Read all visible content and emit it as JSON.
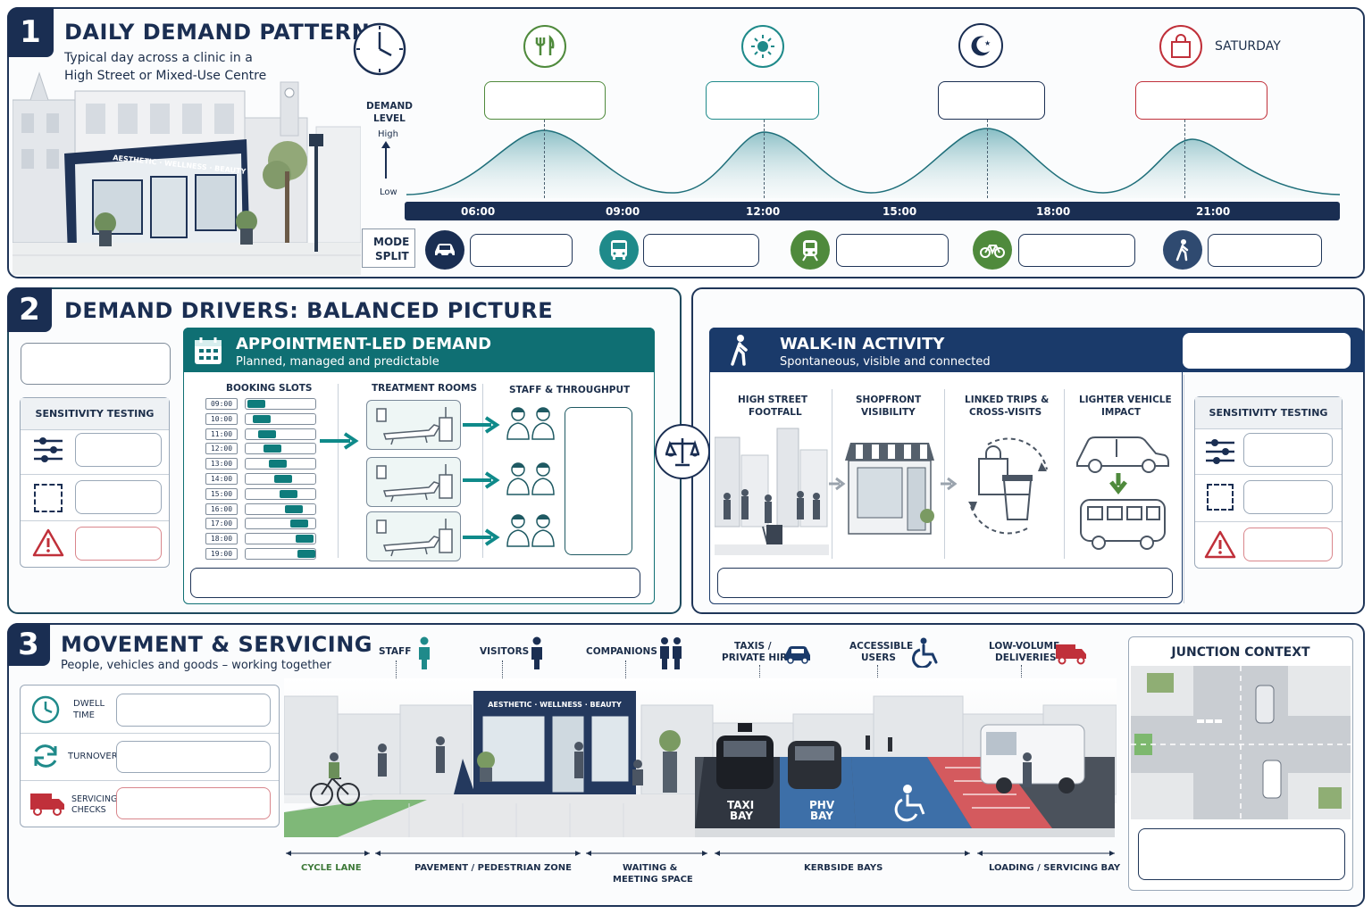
{
  "section1": {
    "number": "1",
    "title": "DAILY DEMAND PATTERN",
    "subtitle_line1": "Typical day across a clinic in a",
    "subtitle_line2": "High Street or Mixed-Use Centre",
    "shop_sign": "AESTHETIC · WELLNESS · BEAUTY",
    "demand_level_line1": "DEMAND",
    "demand_level_line2": "LEVEL",
    "high": "High",
    "low": "Low",
    "saturday": "SATURDAY",
    "times": [
      "06:00",
      "09:00",
      "12:00",
      "15:00",
      "18:00",
      "21:00"
    ],
    "mode_split_line1": "MODE",
    "mode_split_line2": "SPLIT",
    "peak_icons": [
      "fork-knife-icon",
      "sun-icon",
      "moon-icon",
      "shopping-bag-icon"
    ],
    "peak_colors": [
      "#4f8a3c",
      "#1f8a8a",
      "#1a2e52",
      "#c0303a"
    ],
    "mode_icons": [
      "car-icon",
      "bus-icon",
      "train-icon",
      "bicycle-icon",
      "pedestrian-icon"
    ],
    "mode_colors": [
      "#1a2e52",
      "#1f8a8a",
      "#4f8a3c",
      "#4f8a3c",
      "#2f4a70"
    ]
  },
  "section2": {
    "number": "2",
    "title": "DEMAND DRIVERS: BALANCED PICTURE",
    "sensitivity": "SENSITIVITY TESTING",
    "appointment": {
      "title": "APPOINTMENT-LED DEMAND",
      "subtitle": "Planned, managed and predictable",
      "col_booking": "BOOKING SLOTS",
      "col_rooms": "TREATMENT ROOMS",
      "col_staff": "STAFF & THROUGHPUT",
      "slots": [
        "09:00",
        "10:00",
        "11:00",
        "12:00",
        "13:00",
        "14:00",
        "15:00",
        "16:00",
        "17:00",
        "18:00",
        "19:00"
      ]
    },
    "walkin": {
      "title": "WALK-IN ACTIVITY",
      "subtitle": "Spontaneous, visible and connected",
      "col1_line1": "HIGH STREET",
      "col1_line2": "FOOTFALL",
      "col2_line1": "SHOPFRONT",
      "col2_line2": "VISIBILITY",
      "col3_line1": "LINKED TRIPS &",
      "col3_line2": "CROSS-VISITS",
      "col4_line1": "LIGHTER VEHICLE",
      "col4_line2": "IMPACT"
    },
    "accent_teal": "#0f6f73",
    "accent_navy": "#1a3a6a"
  },
  "section3": {
    "number": "3",
    "title": "MOVEMENT & SERVICING",
    "subtitle": "People, vehicles and goods – working together",
    "dwell_line1": "DWELL",
    "dwell_line2": "TIME",
    "turnover": "TURNOVER",
    "servicing_line1": "SERVICING",
    "servicing_line2": "CHECKS",
    "users": {
      "staff": "STAFF",
      "visitors": "VISITORS",
      "companions": "COMPANIONS",
      "taxi_line1": "TAXIS /",
      "taxi_line2": "PRIVATE HIRE",
      "accessible_line1": "ACCESSIBLE",
      "accessible_line2": "USERS",
      "deliveries_line1": "LOW-VOLUME",
      "deliveries_line2": "DELIVERIES"
    },
    "shop_sign": "AESTHETIC · WELLNESS · BEAUTY",
    "bay_taxi_line1": "TAXI",
    "bay_taxi_line2": "BAY",
    "bay_phv_line1": "PHV",
    "bay_phv_line2": "BAY",
    "zones": {
      "cycle": "CYCLE LANE",
      "pavement": "PAVEMENT  / PEDESTRIAN ZONE",
      "waiting_line1": "WAITING &",
      "waiting_line2": "MEETING SPACE",
      "kerbside": "KERBSIDE BAYS",
      "loading": "LOADING / SERVICING BAY"
    },
    "junction": "JUNCTION CONTEXT"
  }
}
